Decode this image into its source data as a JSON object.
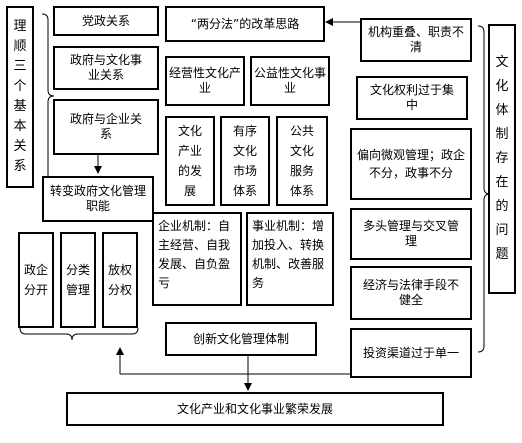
{
  "left_title": "理顺三个基本关系",
  "relations": [
    "党政关系",
    "政府与文化事业关系",
    "政府与企业关系"
  ],
  "transform": "转变政府文化管理职能",
  "functions": [
    "政企分开",
    "分类管理",
    "放权分权"
  ],
  "two_method": "“两分法”的改革思路",
  "industry": "经营性文化产业",
  "public_cause": "公益性文化事业",
  "culture_industry_dev": "文化产业的发展",
  "ordered_market": "有序文化市场体系",
  "public_service": "公共文化服务体系",
  "enterprise_mech": "企业机制：自主经营、自我发展、自负盈亏",
  "cause_mech": "事业机制：增加投入、转换机制、改善服务",
  "innovate": "创新文化管理体制",
  "final_goal": "文化产业和文化事业繁荣发展",
  "right_title": "文化体制存在的问题",
  "problems": [
    "机构重叠、职责不清",
    "文化权利过于集中",
    "偏向微观管理；政企不分，政事不分",
    "多头管理与交叉管理",
    "经济与法律手段不健全",
    "投资渠道过于单一"
  ]
}
